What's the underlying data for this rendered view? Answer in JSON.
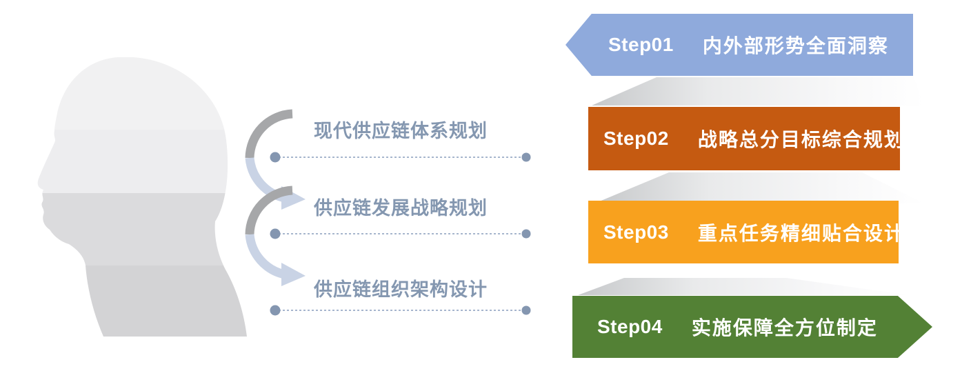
{
  "labels": [
    {
      "text": "现代供应链体系规划"
    },
    {
      "text": "供应链发展战略规划"
    },
    {
      "text": "供应链组织架构设计"
    }
  ],
  "steps": [
    {
      "step": "Step01",
      "title": "内外部形势全面洞察",
      "color": "#8FAADC",
      "shape": "chevron-left"
    },
    {
      "step": "Step02",
      "title": "战略总分目标综合规划",
      "color": "#C55A11",
      "shape": "rect"
    },
    {
      "step": "Step03",
      "title": "重点任务精细贴合设计",
      "color": "#F8A11E",
      "shape": "rect"
    },
    {
      "step": "Step04",
      "title": "实施保障全方位制定",
      "color": "#538135",
      "shape": "arrow-right"
    }
  ],
  "colors": {
    "label_text": "#8497B0",
    "connector_line": "#A6B5CD",
    "connector_dot": "#8496B0",
    "arrow_dark": "#A6A7A9",
    "arrow_light": "#C9D3E5",
    "head_band1": "#F1F1F2",
    "head_band2": "#EDEDEF",
    "head_band3": "#DBDBDD",
    "head_band4": "#D3D3D5",
    "fold_shadow": "#C6C8CA",
    "banner_text": "#FFFFFF"
  },
  "icons": {
    "left_figure": "head-profile-silhouette-icon",
    "flow_arrows": "curved-swoosh-arrow-icon",
    "connectors": "dotted-line-connector",
    "fold": "page-fold-shadow"
  }
}
